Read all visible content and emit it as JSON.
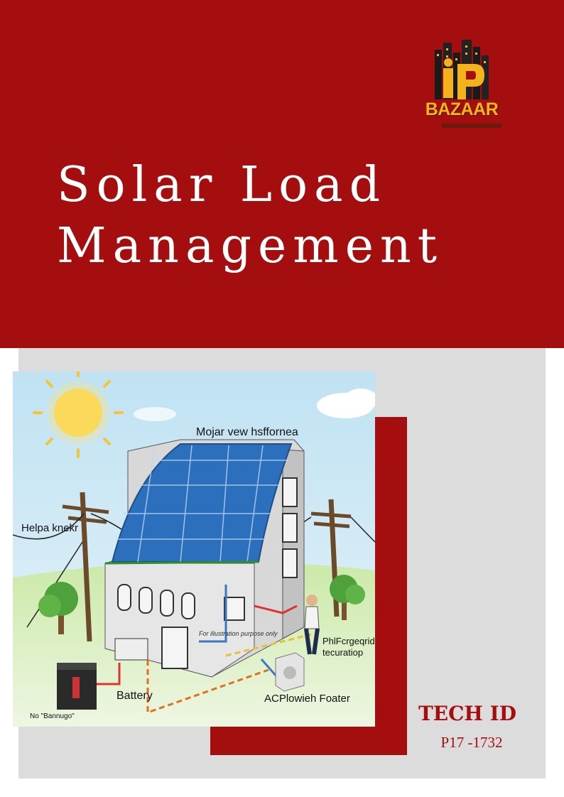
{
  "cover": {
    "title_line1": "Solar Load",
    "title_line2": "Management"
  },
  "logo": {
    "brand": "BAZAAR",
    "monogram": "iP"
  },
  "illustration": {
    "labels": {
      "top": "Mojar vew hsffornea",
      "left": "Helpa knekr",
      "watermark": "For illustration purpose only",
      "right_line1": "PhlFcrgeqrid",
      "right_line2": "tecuratiop",
      "battery": "Battery",
      "ac": "ACPlowieh Foater",
      "bottom_left": "No \"Bannugo\""
    }
  },
  "tech": {
    "label": "TECH ID",
    "code": "P17 -1732"
  },
  "colors": {
    "brand_red": "#a50e0e",
    "panel_grey": "#dcdcdc",
    "logo_gold": "#f4b21c"
  }
}
